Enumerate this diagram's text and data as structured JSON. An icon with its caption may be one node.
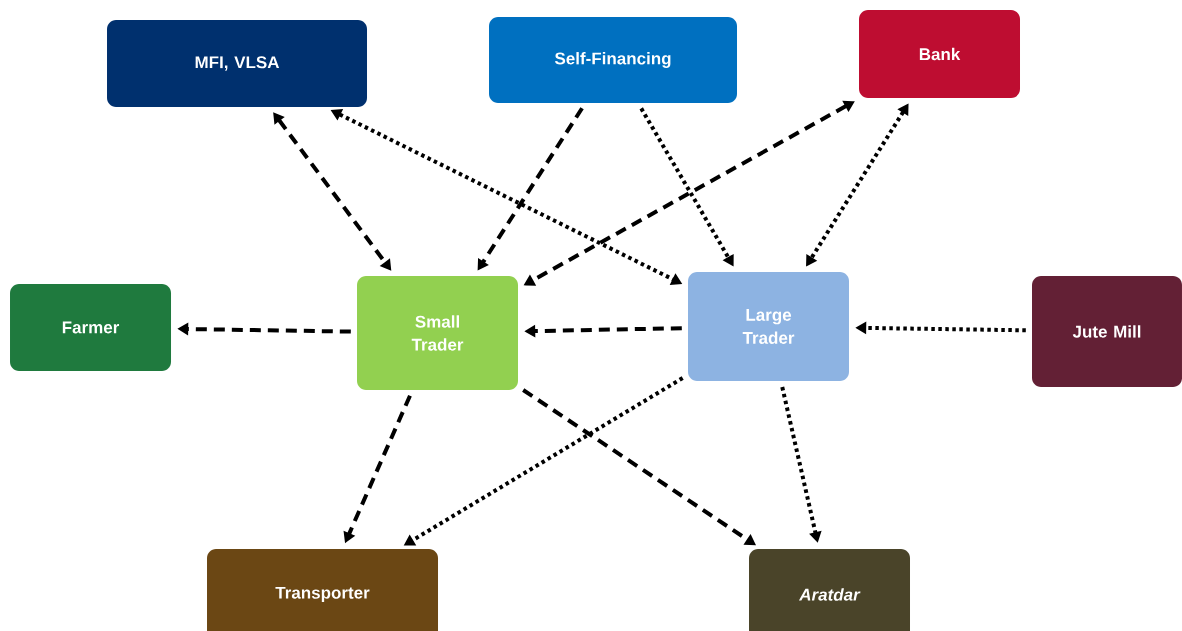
{
  "diagram": {
    "nodes": [
      {
        "text": [
          "MFI, VLSA"
        ]
      },
      {
        "text": [
          "Self-Financing"
        ]
      },
      {
        "text": [
          "Bank"
        ]
      },
      {
        "text": [
          "Farmer"
        ]
      },
      {
        "text": [
          "Small Trader"
        ]
      },
      {
        "text": [
          "Large Trader"
        ]
      },
      {
        "text": [
          "Jute Mill"
        ]
      },
      {
        "text": [
          "Transporter"
        ]
      },
      {
        "text": [
          "Aratdar"
        ]
      }
    ],
    "edges": [
      {
        "from": 0,
        "to": 4,
        "arrow": "both",
        "style": "dashed"
      },
      {
        "from": 0,
        "to": 5,
        "arrow": "both"
      },
      {
        "from": 1,
        "to": 4,
        "arrow": "to",
        "style": "dashed"
      },
      {
        "from": 1,
        "to": 5,
        "arrow": "to"
      },
      {
        "from": 2,
        "to": 4,
        "arrow": "both",
        "style": "dashed"
      },
      {
        "from": 2,
        "to": 5,
        "arrow": "both"
      },
      {
        "from": 4,
        "to": 3,
        "arrow": "to",
        "style": "dashed"
      },
      {
        "from": 5,
        "to": 4,
        "arrow": "to",
        "style": "dashed"
      },
      {
        "from": 6,
        "to": 5,
        "arrow": "to"
      },
      {
        "from": 4,
        "to": 7,
        "arrow": "to",
        "style": "dashed"
      },
      {
        "from": 4,
        "to": 8,
        "arrow": "to",
        "style": "dashed"
      },
      {
        "from": 5,
        "to": 7,
        "arrow": "to"
      },
      {
        "from": 5,
        "to": 8,
        "arrow": "to"
      }
    ]
  }
}
